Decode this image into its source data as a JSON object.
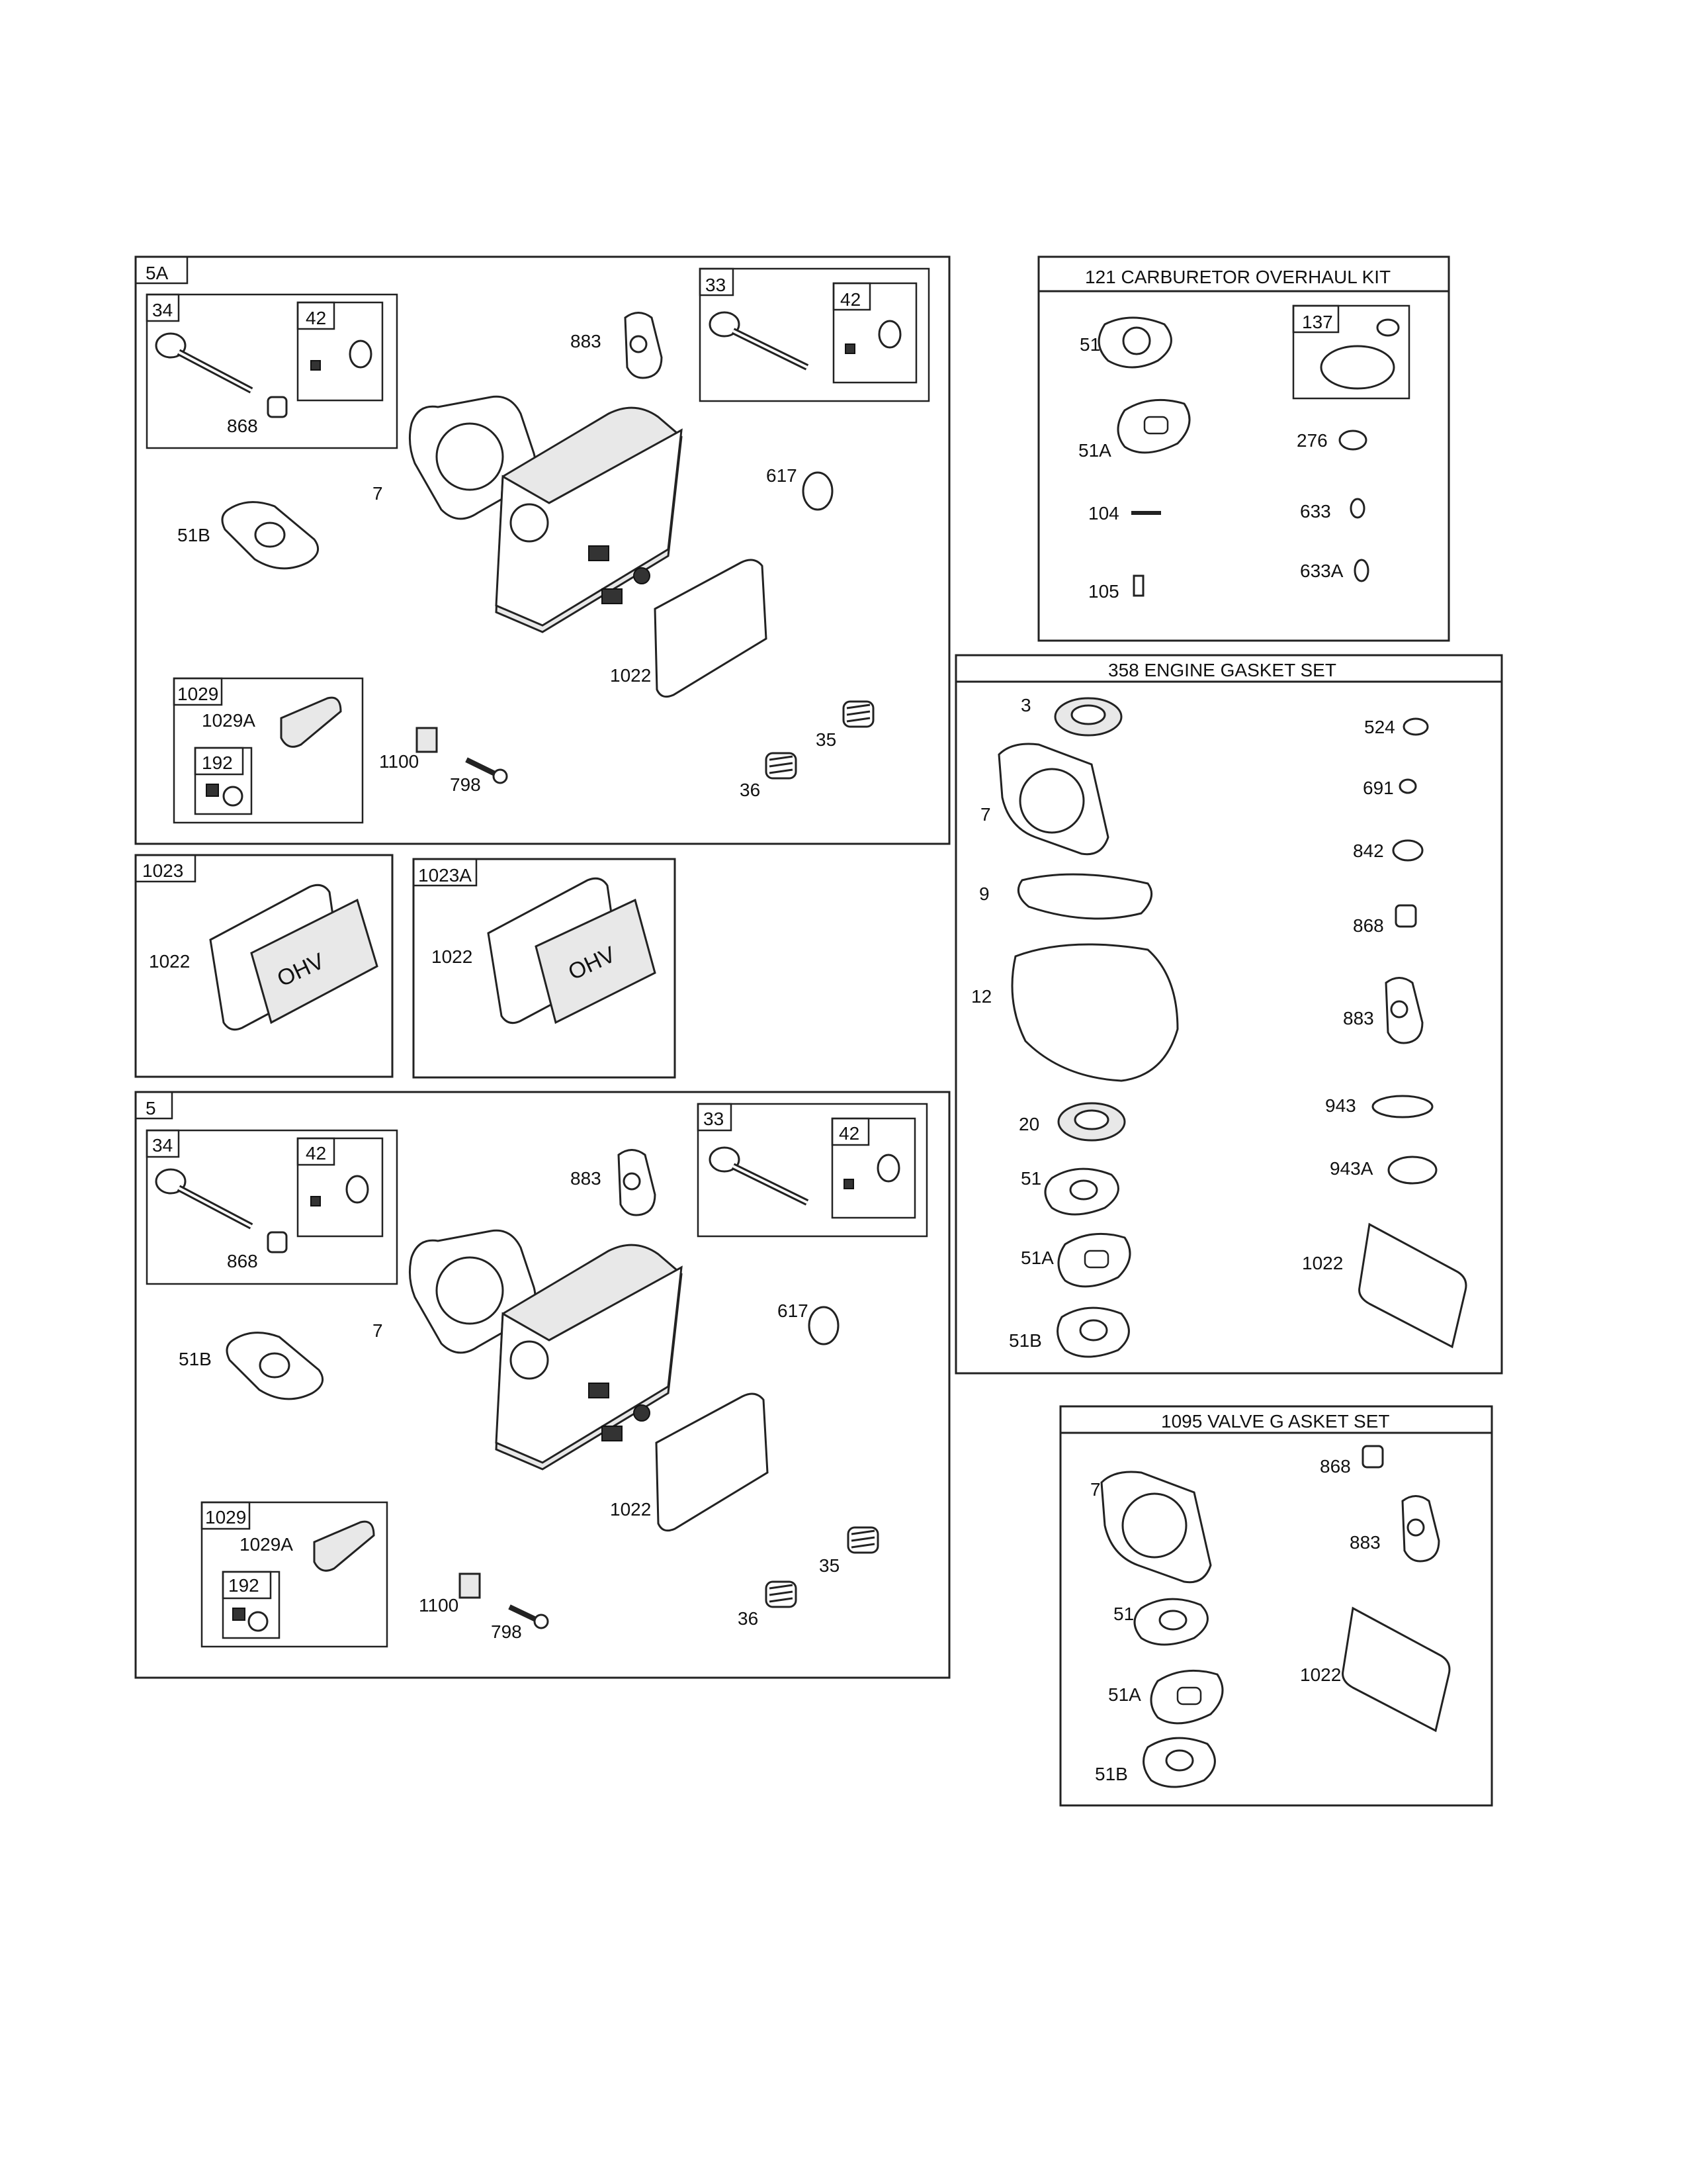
{
  "sections": {
    "s5A": {
      "tag": "5A",
      "sub34": "34",
      "sub42a": "42",
      "sub33": "33",
      "sub42b": "42",
      "sub1029": "1029",
      "sub192": "192",
      "labels": {
        "p868": "868",
        "p883": "883",
        "p7": "7",
        "p51B": "51B",
        "p617": "617",
        "p1022": "1022",
        "p1029A": "1029A",
        "p1100": "1100",
        "p798": "798",
        "p35": "35",
        "p36": "36"
      }
    },
    "s1023": {
      "tag": "1023",
      "p1022": "1022"
    },
    "s1023A": {
      "tag": "1023A",
      "p1022": "1022"
    },
    "s5": {
      "tag": "5",
      "sub34": "34",
      "sub42a": "42",
      "sub33": "33",
      "sub42b": "42",
      "sub1029": "1029",
      "sub192": "192",
      "labels": {
        "p868": "868",
        "p883": "883",
        "p7": "7",
        "p51B": "51B",
        "p617": "617",
        "p1022": "1022",
        "p1029A": "1029A",
        "p1100": "1100",
        "p798": "798",
        "p35": "35",
        "p36": "36"
      }
    },
    "carb": {
      "title": "121 CARBURETOR OVERHAUL KIT",
      "sub137": "137",
      "labels": {
        "p51": "51",
        "p51A": "51A",
        "p104": "104",
        "p105": "105",
        "p276": "276",
        "p633": "633",
        "p633A": "633A"
      }
    },
    "gasket": {
      "title": "358 ENGINE GASKET SET",
      "labels": {
        "p3": "3",
        "p7": "7",
        "p9": "9",
        "p12": "12",
        "p20": "20",
        "p51": "51",
        "p51A": "51A",
        "p51B": "51B",
        "p524": "524",
        "p691": "691",
        "p842": "842",
        "p868": "868",
        "p883": "883",
        "p943": "943",
        "p943A": "943A",
        "p1022": "1022"
      }
    },
    "valve": {
      "title": "1095 VALVE G   ASKET SET",
      "labels": {
        "p7": "7",
        "p868": "868",
        "p883": "883",
        "p51": "51",
        "p51A": "51A",
        "p1022": "1022",
        "p51B": "51B"
      }
    }
  },
  "cover_text": "OHV"
}
